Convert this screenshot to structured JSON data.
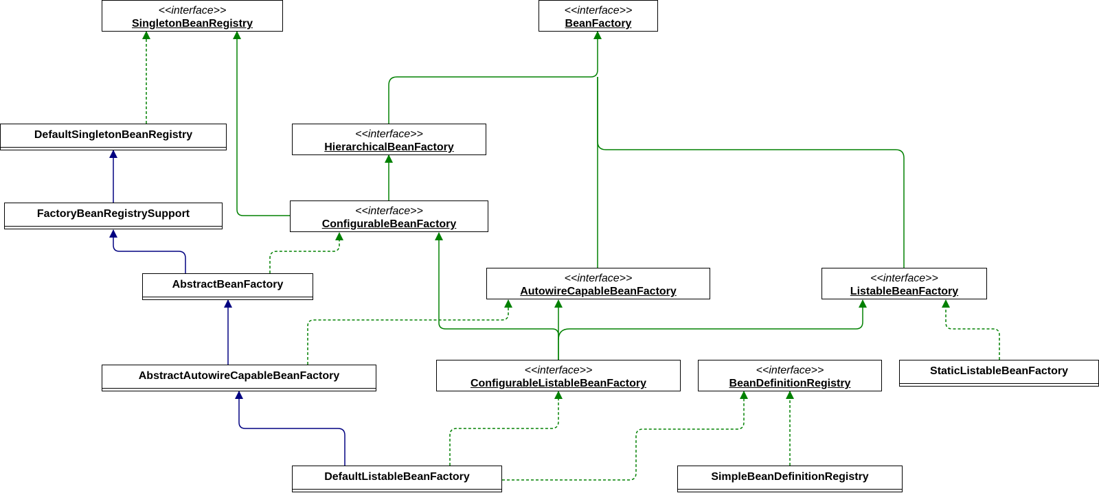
{
  "colors": {
    "realization": "#008000",
    "inheritance": "#000080",
    "border": "#000000"
  },
  "nodes": {
    "singleton_bean_registry": {
      "stereotype": "<<interface>>",
      "name": "SingletonBeanRegistry"
    },
    "bean_factory": {
      "stereotype": "<<interface>>",
      "name": "BeanFactory"
    },
    "default_singleton_bean_registry": {
      "name": "DefaultSingletonBeanRegistry"
    },
    "hierarchical_bean_factory": {
      "stereotype": "<<interface>>",
      "name": "HierarchicalBeanFactory"
    },
    "factory_bean_registry_support": {
      "name": "FactoryBeanRegistrySupport"
    },
    "configurable_bean_factory": {
      "stereotype": "<<interface>>",
      "name": "ConfigurableBeanFactory"
    },
    "abstract_bean_factory": {
      "name": "AbstractBeanFactory"
    },
    "autowire_capable_bean_factory": {
      "stereotype": "<<interface>>",
      "name": "AutowireCapableBeanFactory"
    },
    "listable_bean_factory": {
      "stereotype": "<<interface>>",
      "name": "ListableBeanFactory"
    },
    "abstract_autowire_capable_bean_factory": {
      "name": "AbstractAutowireCapableBeanFactory"
    },
    "configurable_listable_bean_factory": {
      "stereotype": "<<interface>>",
      "name": "ConfigurableListableBeanFactory"
    },
    "bean_definition_registry": {
      "stereotype": "<<interface>>",
      "name": "BeanDefinitionRegistry"
    },
    "static_listable_bean_factory": {
      "name": "StaticListableBeanFactory"
    },
    "default_listable_bean_factory": {
      "name": "DefaultListableBeanFactory"
    },
    "simple_bean_definition_registry": {
      "name": "SimpleBeanDefinitionRegistry"
    }
  }
}
